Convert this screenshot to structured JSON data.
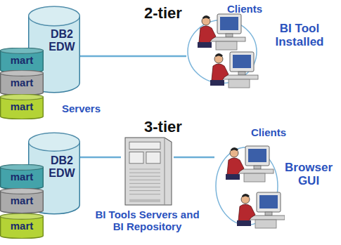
{
  "diagram": {
    "nodes": [
      {
        "text": [
          "DB2 EDW"
        ]
      },
      {
        "text": [
          "mart"
        ]
      },
      {
        "text": [
          "mart"
        ]
      },
      {
        "text": [
          "mart"
        ]
      },
      {
        "text": [
          "Clients",
          "BI Tool Installed"
        ]
      },
      {
        "text": [
          "DB2 EDW"
        ]
      },
      {
        "text": [
          "mart"
        ]
      },
      {
        "text": [
          "mart"
        ]
      },
      {
        "text": [
          "mart"
        ]
      },
      {
        "text": [
          "BI Tools Servers and BI Repository"
        ]
      },
      {
        "text": [
          "Clients",
          "Browser GUI"
        ]
      }
    ],
    "edges": [
      {
        "from": 0,
        "to": 4,
        "arrow": "none"
      },
      {
        "from": 5,
        "to": 9,
        "arrow": "none"
      },
      {
        "from": 9,
        "to": 10,
        "arrow": "none"
      }
    ],
    "labels": [
      "2-tier",
      "Servers",
      "3-tier"
    ]
  }
}
